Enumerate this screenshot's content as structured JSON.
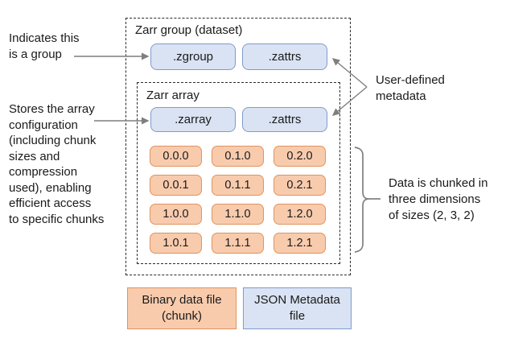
{
  "colors": {
    "chunk_fill": "#F8CBAD",
    "chunk_border": "#E0945F",
    "metadata_fill": "#DAE3F3",
    "metadata_border": "#7F9CC9",
    "arrow": "#7F7F7F",
    "dashed_border": "#2B2B2B",
    "text": "#1A1A1A"
  },
  "group_box": {
    "title": "Zarr group (dataset)",
    "files": {
      "zgroup": ".zgroup",
      "zattrs": ".zattrs"
    }
  },
  "array_box": {
    "title": "Zarr array",
    "files": {
      "zarray": ".zarray",
      "zattrs": ".zattrs"
    },
    "chunks": [
      "0.0.0",
      "0.1.0",
      "0.2.0",
      "0.0.1",
      "0.1.1",
      "0.2.1",
      "1.0.0",
      "1.1.0",
      "1.2.0",
      "1.0.1",
      "1.1.1",
      "1.2.1"
    ]
  },
  "annotations": {
    "group_note": {
      "lines": [
        "Indicates this",
        "is a group"
      ]
    },
    "array_note": {
      "lines": [
        "Stores the array",
        "configuration",
        "(including chunk",
        "sizes and",
        "compression",
        "used), enabling",
        "efficient access",
        "to specific chunks"
      ]
    },
    "metadata_note": {
      "lines": [
        "User-defined",
        "metadata"
      ]
    },
    "chunk_note": {
      "lines": [
        "Data is chunked in",
        "three dimensions",
        "of sizes (2, 3, 2)"
      ]
    }
  },
  "legend": {
    "binary": {
      "lines": [
        "Binary data file",
        "(chunk)"
      ]
    },
    "json": {
      "lines": [
        "JSON Metadata",
        "file"
      ]
    }
  }
}
